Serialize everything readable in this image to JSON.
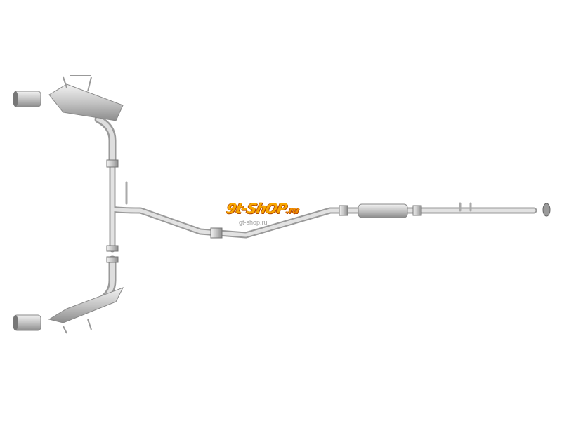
{
  "watermark": {
    "text": "gt-shop.ru",
    "main": "9t-ShOP",
    "suffix": ".ru"
  },
  "colors": {
    "metal_light": "#e6e6e6",
    "metal_mid": "#b8b8b8",
    "metal_dark": "#8a8a8a",
    "logo_orange": "#f7a600",
    "logo_red": "#e0401a"
  }
}
